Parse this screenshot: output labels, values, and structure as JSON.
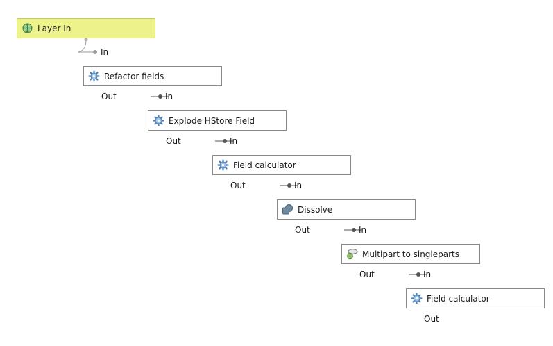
{
  "colors": {
    "input_node_bg": "#eef28a",
    "algorithm_node_bg": "#ffffff",
    "node_border": "#8a8a8a",
    "connector": "#555555"
  },
  "nodes": [
    {
      "label": "Layer In",
      "type": "input",
      "icon": "input-layer-icon"
    },
    {
      "label": "Refactor fields",
      "type": "algorithm",
      "icon": "gear-icon",
      "in_label": "In",
      "out_label": "Out"
    },
    {
      "label": "Explode HStore Field",
      "type": "algorithm",
      "icon": "gear-icon",
      "in_label": "In",
      "out_label": "Out"
    },
    {
      "label": "Field calculator",
      "type": "algorithm",
      "icon": "gear-icon",
      "in_label": "In",
      "out_label": "Out"
    },
    {
      "label": "Dissolve",
      "type": "algorithm",
      "icon": "dissolve-icon",
      "in_label": "In",
      "out_label": "Out"
    },
    {
      "label": "Multipart to singleparts",
      "type": "algorithm",
      "icon": "multipart-icon",
      "in_label": "In",
      "out_label": "Out"
    },
    {
      "label": "Field calculator",
      "type": "algorithm",
      "icon": "gear-icon",
      "in_label": "In",
      "out_label": "Out"
    }
  ]
}
